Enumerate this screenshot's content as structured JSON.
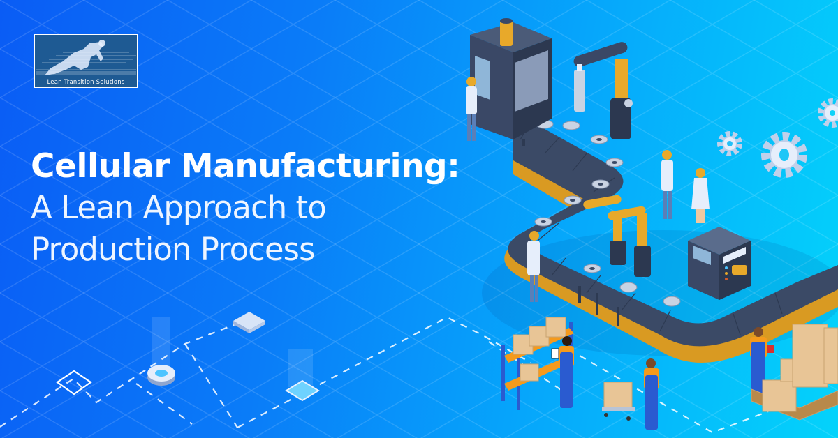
{
  "logo": {
    "company_name": "Lean Transition Solutions",
    "icon": "sprinter-icon"
  },
  "headline": {
    "line1": "Cellular Manufacturing:",
    "line2": "A Lean Approach to",
    "line3": "Production Process"
  },
  "colors": {
    "background_start": "#0a5cf5",
    "background_end": "#04d3fb",
    "logo_bg": "#1e5a93",
    "machine_dark": "#3a4a66",
    "machine_accent": "#e8a92a",
    "worker_overalls": "#2a5bd0",
    "box": "#e8c596"
  },
  "illustration": {
    "elements": [
      "conveyor-belt",
      "press-machine",
      "robotic-arms",
      "control-cabinet",
      "gears",
      "engineers",
      "warehouse-workers",
      "cardboard-boxes",
      "dashed-path",
      "floating-tiles"
    ]
  }
}
